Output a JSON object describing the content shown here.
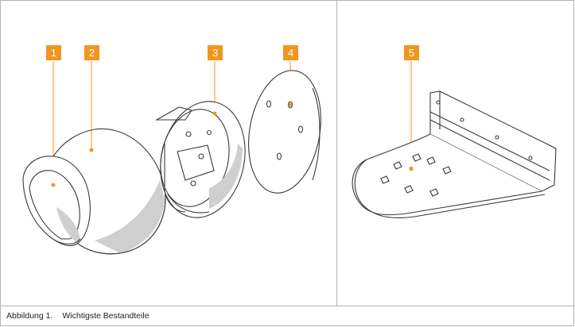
{
  "figure": {
    "callouts": [
      {
        "label": "1",
        "part": "cover-inner"
      },
      {
        "label": "2",
        "part": "dome-cover"
      },
      {
        "label": "3",
        "part": "mount-ring"
      },
      {
        "label": "4",
        "part": "back-plate"
      },
      {
        "label": "5",
        "part": "wall-bracket"
      }
    ],
    "caption": {
      "number": "Abbildung 1.",
      "title": "Wichtigste Bestandteile"
    },
    "colors": {
      "accent": "#f0961e",
      "border": "#b3b3b3",
      "line": "#3a3a3a",
      "shade": "#cfcfcf"
    }
  }
}
